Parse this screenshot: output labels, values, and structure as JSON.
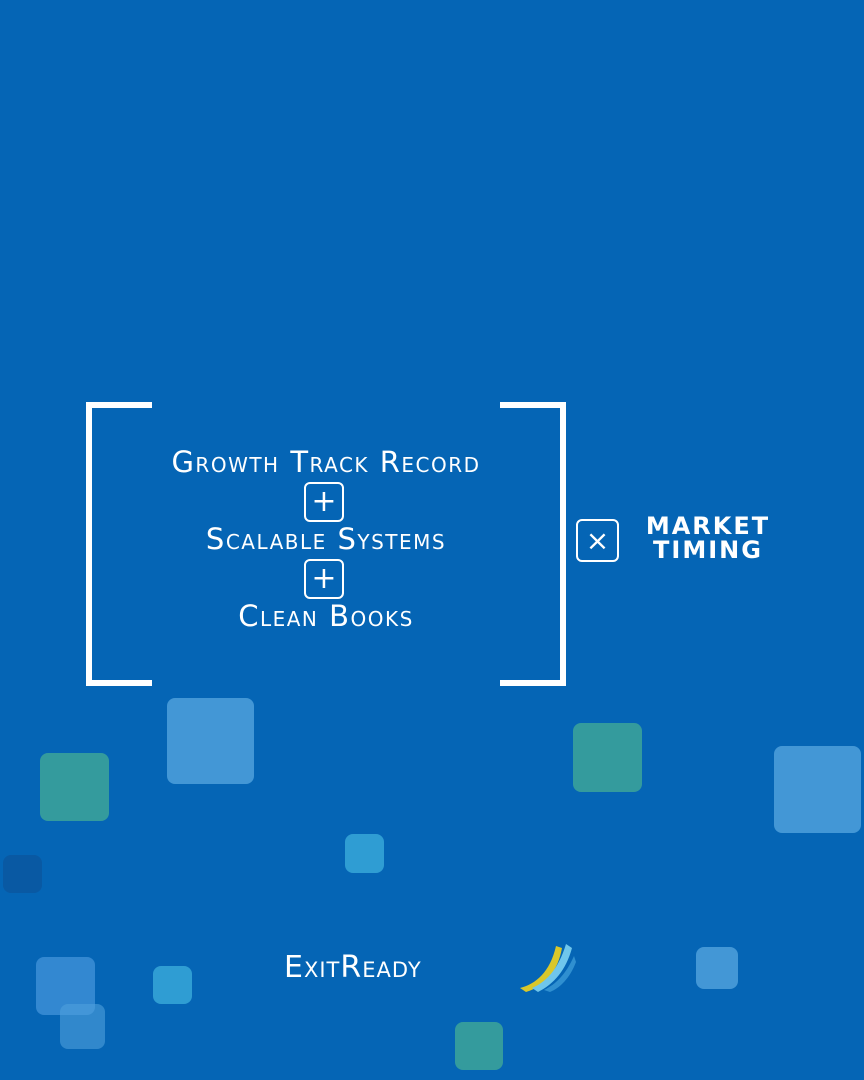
{
  "formula": {
    "term1": "Growth Track Record",
    "term2": "Scalable Systems",
    "term3": "Clean Books",
    "plus_glyph": "+",
    "times_glyph": "×",
    "multiplier_line1": "MARKET",
    "multiplier_line2": "TIMING"
  },
  "brand": {
    "name": "ExitReady",
    "icon": "exitready-swoosh-icon"
  },
  "colors": {
    "background": "#0565b5",
    "square_blue": "#4fa0dc",
    "square_teal": "#3aa19a",
    "logo_gold": "#d9c72a",
    "logo_lightblue": "#6fc6ec"
  }
}
